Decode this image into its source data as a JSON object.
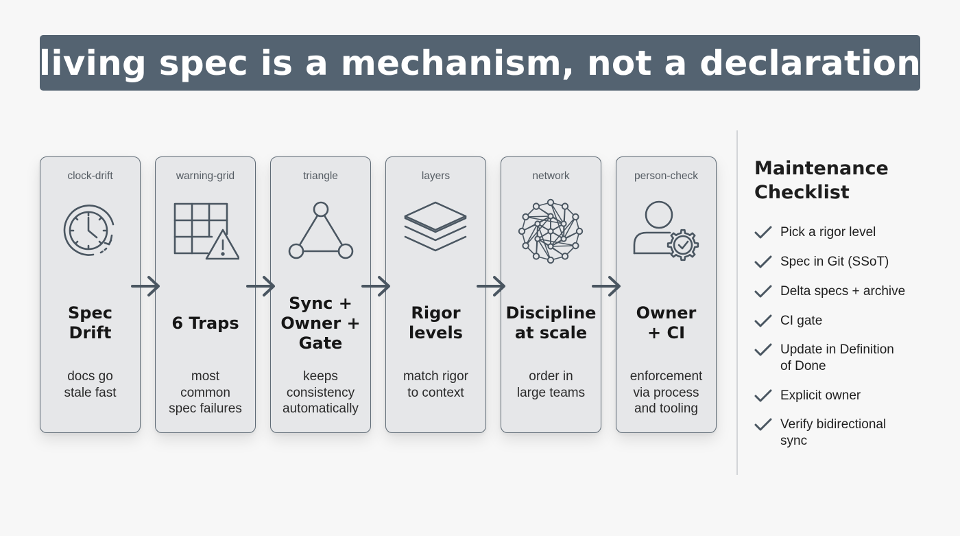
{
  "title": "living spec is a mechanism, not a declaration",
  "colors": {
    "banner": "#546371",
    "card_fill": "#e6e7e9",
    "card_border": "#5f6b76",
    "arrow": "#4a5661",
    "check": "#4a5661"
  },
  "steps": [
    {
      "tag": "clock-drift",
      "icon": "clock-drift-icon",
      "title": [
        "Spec",
        "Drift"
      ],
      "desc": [
        "docs go",
        "stale fast"
      ]
    },
    {
      "tag": "warning-grid",
      "icon": "warning-grid-icon",
      "title": [
        "6 Traps"
      ],
      "desc": [
        "most",
        "common",
        "spec failures"
      ]
    },
    {
      "tag": "triangle",
      "icon": "triangle-icon",
      "title": [
        "Sync +",
        "Owner +",
        "Gate"
      ],
      "desc": [
        "keeps",
        "consistency",
        "automatically"
      ]
    },
    {
      "tag": "layers",
      "icon": "layers-icon",
      "title": [
        "Rigor",
        "levels"
      ],
      "desc": [
        "match rigor",
        "to context"
      ]
    },
    {
      "tag": "network",
      "icon": "network-icon",
      "title": [
        "Discipline",
        "at scale"
      ],
      "desc": [
        "order in",
        "large teams"
      ]
    },
    {
      "tag": "person-check",
      "icon": "person-check-icon",
      "title": [
        "Owner",
        "+ CI"
      ],
      "desc": [
        "enforcement",
        "via process",
        "and tooling"
      ]
    }
  ],
  "checklist": {
    "heading": [
      "Maintenance",
      "Checklist"
    ],
    "items": [
      [
        "Pick a rigor level"
      ],
      [
        "Spec in Git (SSoT)"
      ],
      [
        "Delta specs + archive"
      ],
      [
        "CI gate"
      ],
      [
        "Update in Definition",
        "of Done"
      ],
      [
        "Explicit owner"
      ],
      [
        "Verify bidirectional",
        "sync"
      ]
    ]
  }
}
